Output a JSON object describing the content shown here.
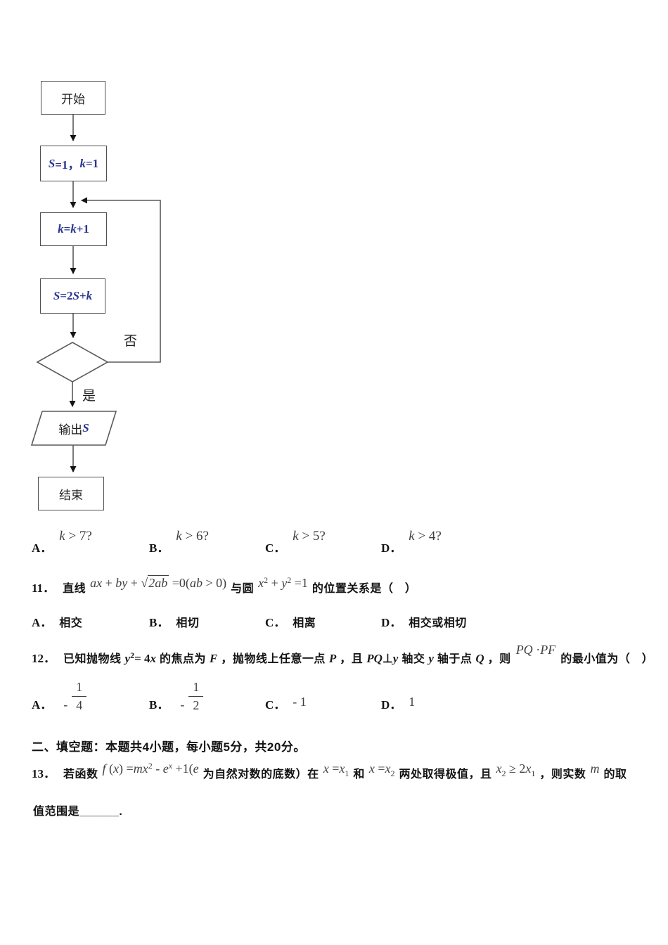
{
  "flowchart": {
    "no_label": "否",
    "yes_label": "是",
    "nodes": {
      "start": [
        {
          "t": "开始",
          "f": "cn"
        }
      ],
      "init": [
        {
          "t": "S"
        },
        {
          "t": "=1，",
          "f": "rm"
        },
        {
          "t": "k"
        },
        {
          "t": "=1",
          "f": "rm"
        }
      ],
      "incr": [
        {
          "t": "k"
        },
        {
          "t": "=",
          "f": "rm"
        },
        {
          "t": "k"
        },
        {
          "t": "+1",
          "f": "rm"
        }
      ],
      "acc": [
        {
          "t": "S"
        },
        {
          "t": "=2",
          "f": "rm"
        },
        {
          "t": "S"
        },
        {
          "t": "+",
          "f": "rm"
        },
        {
          "t": "k"
        }
      ],
      "output": [
        {
          "t": "输出",
          "f": "cn"
        },
        {
          "t": "S"
        }
      ],
      "end": [
        {
          "t": "结束",
          "f": "cn"
        }
      ]
    }
  },
  "q10_options": [
    {
      "letter": "A．",
      "math": [
        {
          "t": "k"
        },
        {
          "t": " > 7?",
          "f": "rm"
        }
      ]
    },
    {
      "letter": "B．",
      "math": [
        {
          "t": "k"
        },
        {
          "t": " > 6?",
          "f": "rm"
        }
      ]
    },
    {
      "letter": "C．",
      "math": [
        {
          "t": "k"
        },
        {
          "t": " > 5?",
          "f": "rm"
        }
      ]
    },
    {
      "letter": "D．",
      "math": [
        {
          "t": "k"
        },
        {
          "t": " > 4?",
          "f": "rm"
        }
      ]
    }
  ],
  "q11": {
    "line": [
      {
        "k": "num",
        "t": "11．"
      },
      {
        "k": "cnb",
        "t": "直线"
      },
      {
        "k": "mhi",
        "runs": [
          {
            "t": "ax"
          },
          {
            "t": " + ",
            "f": "rm"
          },
          {
            "t": "by"
          },
          {
            "t": " + ",
            "f": "rm"
          },
          {
            "t": "√",
            "f": "rm"
          },
          {
            "t": "2ab",
            "f": "sqrt"
          },
          {
            "t": " =0(",
            "f": "rm"
          },
          {
            "t": "ab"
          },
          {
            "t": " > 0)",
            "f": "rm"
          }
        ]
      },
      {
        "k": "cnb",
        "t": "与圆"
      },
      {
        "k": "mhi",
        "runs": [
          {
            "t": "x"
          },
          {
            "t": "2",
            "f": "sup"
          },
          {
            "t": " + ",
            "f": "rm"
          },
          {
            "t": "y"
          },
          {
            "t": "2",
            "f": "sup"
          },
          {
            "t": " =1",
            "f": "rm"
          }
        ]
      },
      {
        "k": "cnb",
        "t": "的位置关系是（　）"
      }
    ],
    "options": [
      {
        "letter": "A．",
        "text": "相交"
      },
      {
        "letter": "B．",
        "text": "相切"
      },
      {
        "letter": "C．",
        "text": "相离"
      },
      {
        "letter": "D．",
        "text": "相交或相切"
      }
    ]
  },
  "q12": {
    "line": [
      {
        "k": "num",
        "t": "12．"
      },
      {
        "k": "cnb",
        "t": "已知抛物线"
      },
      {
        "k": "mb",
        "runs": [
          {
            "t": "y"
          },
          {
            "t": "2",
            "f": "sup"
          },
          {
            "t": "= 4",
            "f": "rm"
          },
          {
            "t": "x"
          }
        ]
      },
      {
        "k": "cnb",
        "t": "的焦点为"
      },
      {
        "k": "mb",
        "runs": [
          {
            "t": "F"
          }
        ]
      },
      {
        "k": "cnb",
        "t": "，抛物线上任意一点"
      },
      {
        "k": "mb",
        "runs": [
          {
            "t": "P"
          }
        ]
      },
      {
        "k": "cnb",
        "t": "，且"
      },
      {
        "k": "mb",
        "runs": [
          {
            "t": "PQ"
          },
          {
            "t": "⊥",
            "f": "rm"
          },
          {
            "t": "y"
          }
        ]
      },
      {
        "k": "cnb",
        "t": "轴交"
      },
      {
        "k": "mb",
        "runs": [
          {
            "t": "y"
          }
        ]
      },
      {
        "k": "cnb",
        "t": "轴于点"
      },
      {
        "k": "mb",
        "runs": [
          {
            "t": "Q"
          }
        ]
      },
      {
        "k": "cnb",
        "t": "，则"
      },
      {
        "k": "mhi2",
        "runs": [
          {
            "t": "PQ"
          },
          {
            "t": " ·",
            "f": "rm"
          },
          {
            "t": "PF"
          }
        ]
      },
      {
        "k": "cnb",
        "t": "的最小值为（　）"
      }
    ],
    "options": [
      {
        "letter": "A．",
        "frac": {
          "minus": "-",
          "num": "1",
          "den": "4"
        }
      },
      {
        "letter": "B．",
        "frac": {
          "minus": "-",
          "num": "1",
          "den": "2"
        }
      },
      {
        "letter": "C．",
        "math": [
          {
            "t": "- 1",
            "f": "rm"
          }
        ]
      },
      {
        "letter": "D．",
        "math": [
          {
            "t": "1",
            "f": "rm"
          }
        ]
      }
    ]
  },
  "section2_header": "二、填空题：本题共4小题，每小题5分，共20分。",
  "q13": {
    "line1": [
      {
        "k": "num",
        "t": "13．"
      },
      {
        "k": "cnb",
        "t": "若函数"
      },
      {
        "k": "mhi",
        "runs": [
          {
            "t": "f"
          },
          {
            "t": " (",
            "f": "rm"
          },
          {
            "t": "x"
          },
          {
            "t": ") =",
            "f": "rm"
          },
          {
            "t": "mx"
          },
          {
            "t": "2",
            "f": "sup"
          },
          {
            "t": " - ",
            "f": "rm"
          },
          {
            "t": "e"
          },
          {
            "t": "x",
            "f": "supit"
          },
          {
            "t": " +1(",
            "f": "rm"
          },
          {
            "t": "e"
          }
        ]
      },
      {
        "k": "cnb",
        "t": "为自然对数的底数）在"
      },
      {
        "k": "mhi",
        "runs": [
          {
            "t": "x"
          },
          {
            "t": " =",
            "f": "rm"
          },
          {
            "t": "x"
          },
          {
            "t": "1",
            "f": "sub"
          }
        ]
      },
      {
        "k": "cnb",
        "t": "和"
      },
      {
        "k": "mhi",
        "runs": [
          {
            "t": "x"
          },
          {
            "t": " =",
            "f": "rm"
          },
          {
            "t": "x"
          },
          {
            "t": "2",
            "f": "sub"
          }
        ]
      },
      {
        "k": "cnb",
        "t": "两处取得极值，且"
      },
      {
        "k": "mhi",
        "runs": [
          {
            "t": "x"
          },
          {
            "t": "2",
            "f": "sub"
          },
          {
            "t": " ≥ 2",
            "f": "rm"
          },
          {
            "t": "x"
          },
          {
            "t": "1",
            "f": "sub"
          }
        ]
      },
      {
        "k": "cnb",
        "t": "，则实数"
      },
      {
        "k": "mhi",
        "runs": [
          {
            "t": "m"
          }
        ]
      },
      {
        "k": "cnb",
        "t": "的取"
      }
    ],
    "line2": [
      {
        "k": "cnb",
        "t": "值范围是______."
      }
    ]
  }
}
